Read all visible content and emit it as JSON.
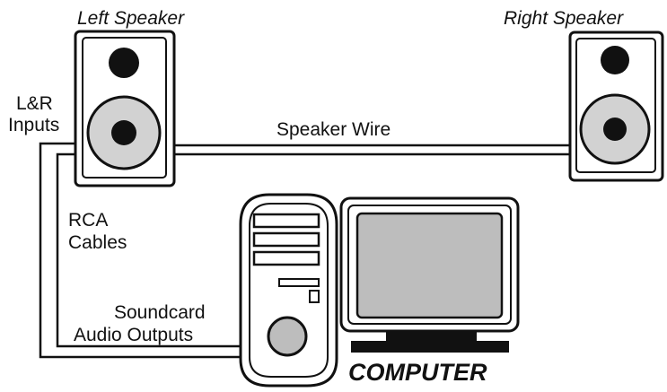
{
  "labels": {
    "left_speaker": "Left Speaker",
    "right_speaker": "Right Speaker",
    "lr_inputs_line1": "L&R",
    "lr_inputs_line2": "Inputs",
    "speaker_wire": "Speaker Wire",
    "rca_cables_line1": "RCA",
    "rca_cables_line2": "Cables",
    "soundcard_line1": "Soundcard",
    "soundcard_line2": "Audio Outputs",
    "computer": "COMPUTER"
  },
  "colors": {
    "outline": "#111111",
    "cone": "#d2d2d2",
    "screen": "#bdbdbd",
    "background": "#ffffff"
  }
}
